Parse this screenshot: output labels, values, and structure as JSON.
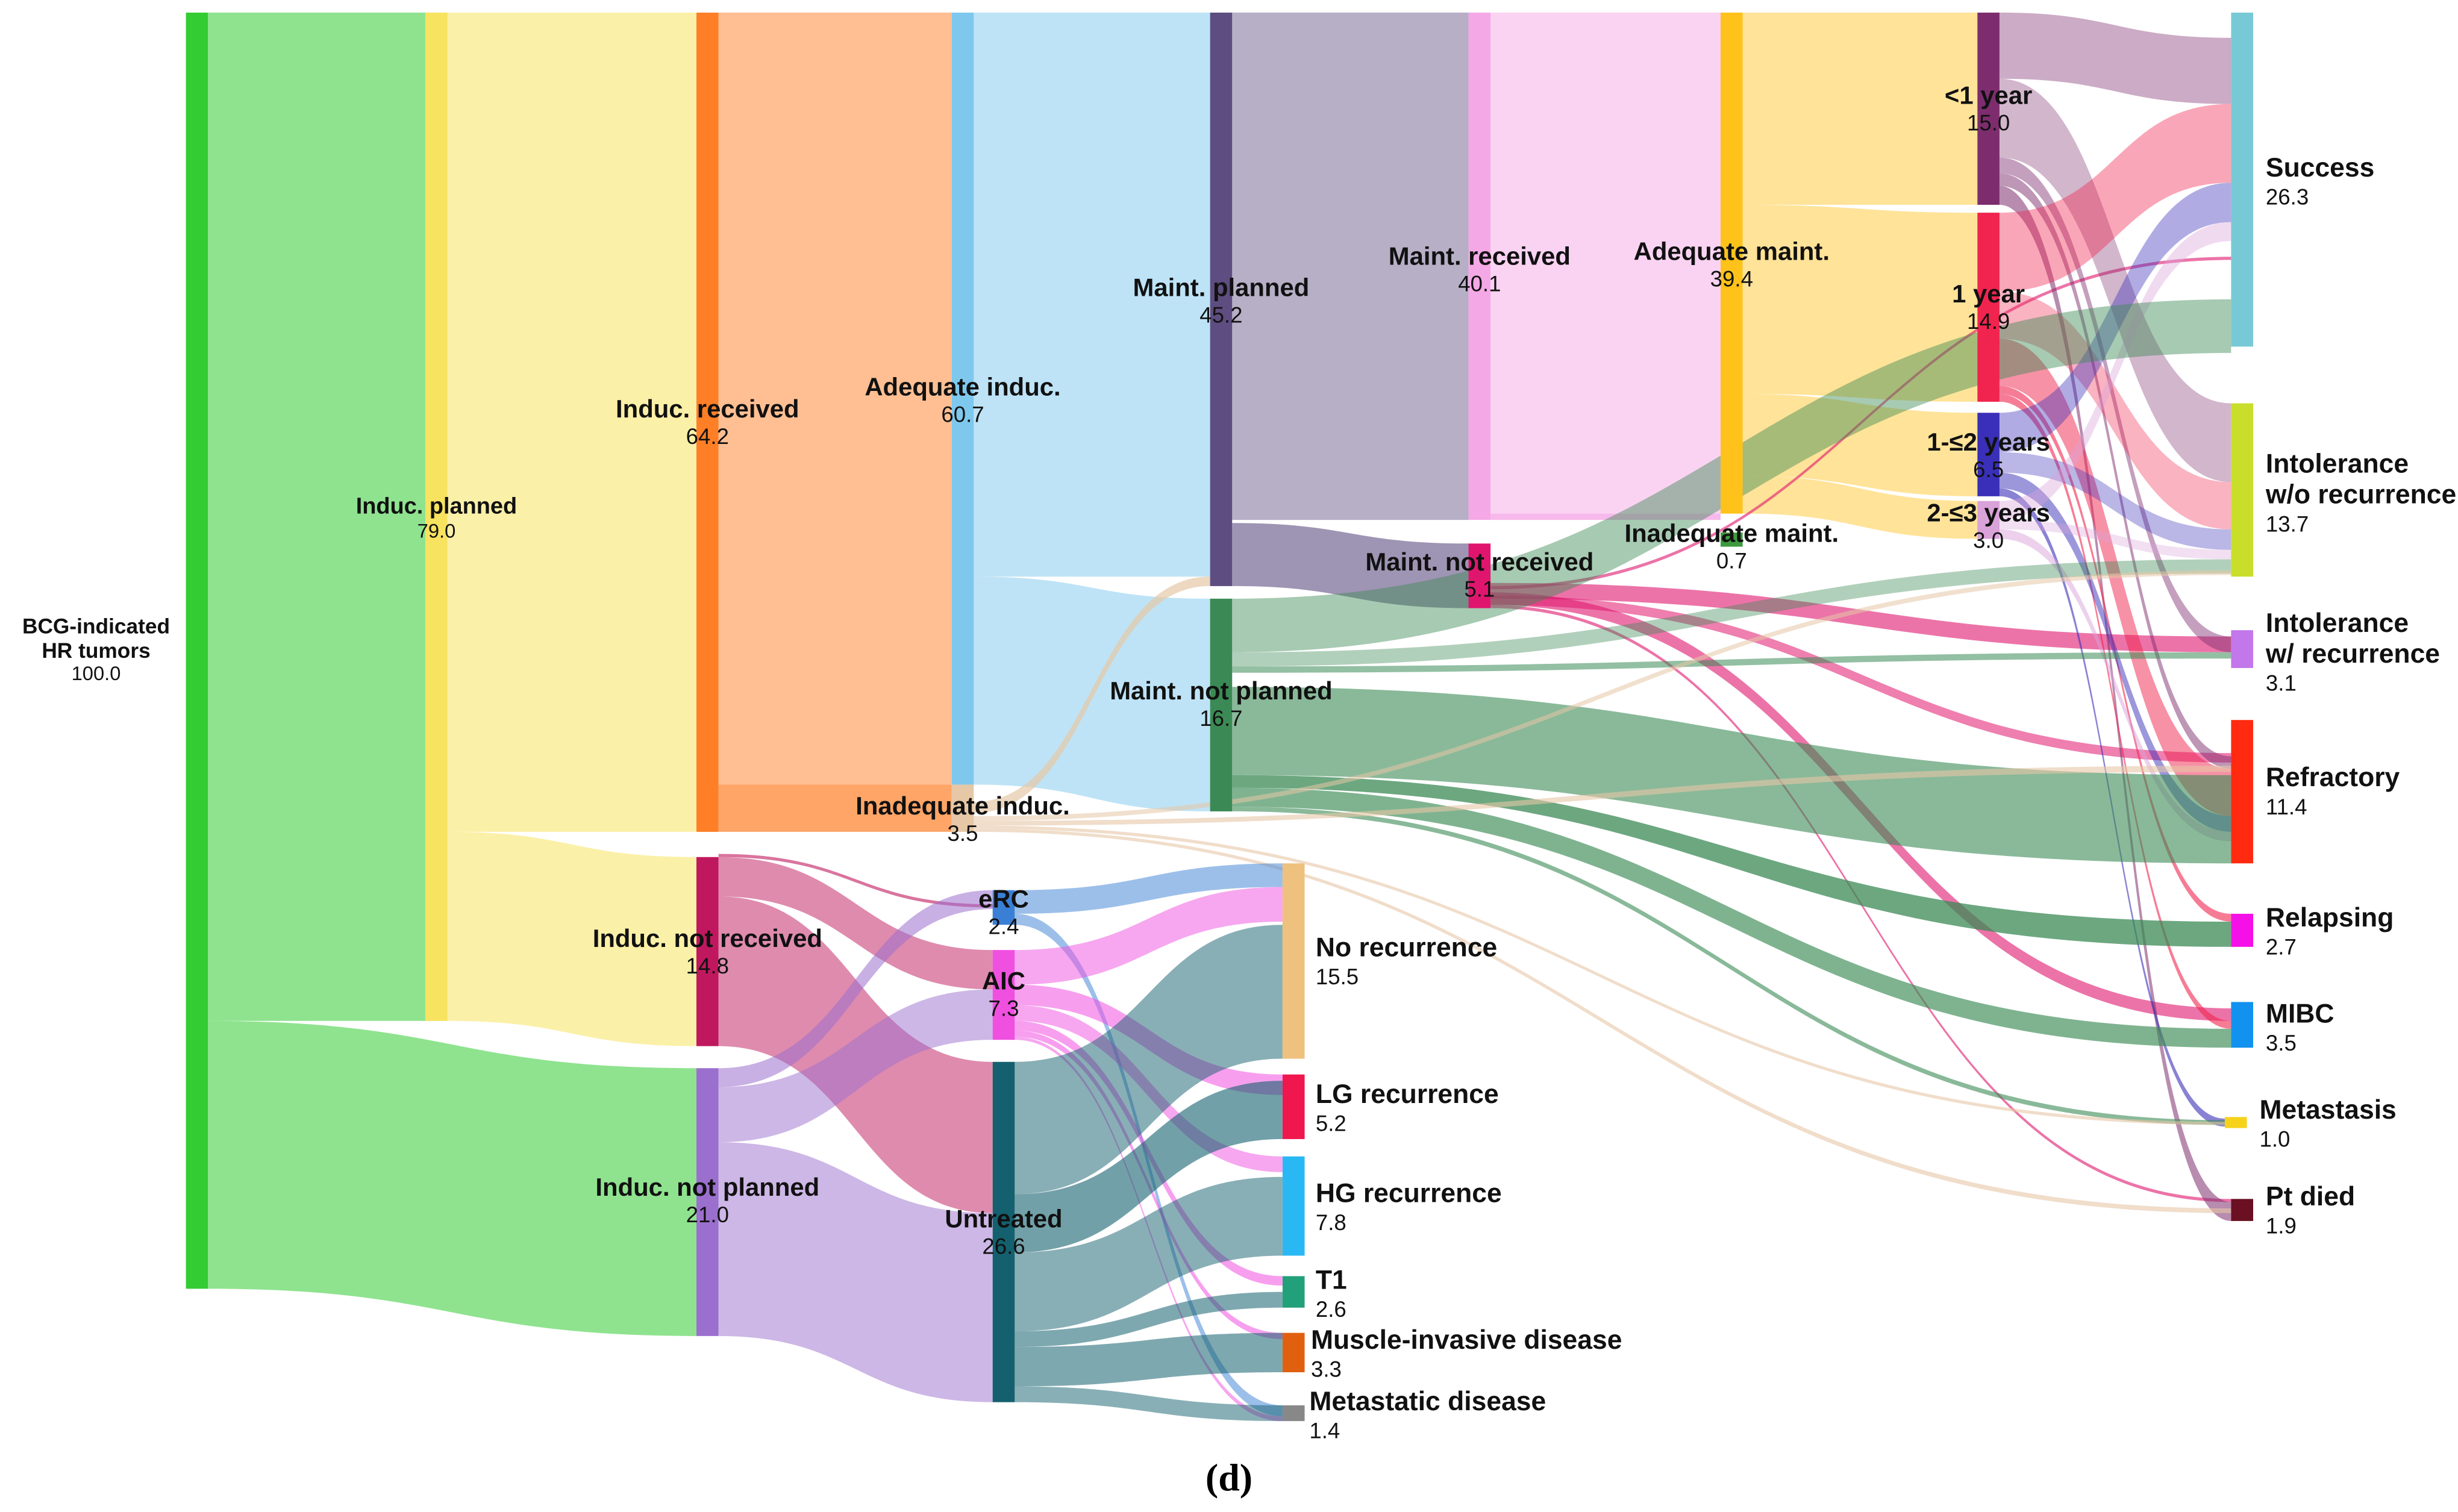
{
  "caption": "(d)",
  "diagram": {
    "type": "sankey",
    "nodes": [
      {
        "id": "bcg",
        "lines": [
          "BCG-indicated",
          "HR tumors"
        ],
        "value": "100.0",
        "color": "#33cc33"
      },
      {
        "id": "ip",
        "lines": [
          "Induc. planned"
        ],
        "value": "79.0",
        "color": "#f7e35f"
      },
      {
        "id": "inp",
        "lines": [
          "Induc. not planned"
        ],
        "value": "21.0",
        "color": "#9b6fce"
      },
      {
        "id": "ir",
        "lines": [
          "Induc. received"
        ],
        "value": "64.2",
        "color": "#ff7f27"
      },
      {
        "id": "inr",
        "lines": [
          "Induc. not received"
        ],
        "value": "14.8",
        "color": "#c0185e"
      },
      {
        "id": "ai",
        "lines": [
          "Adequate induc."
        ],
        "value": "60.7",
        "color": "#7ec8ee"
      },
      {
        "id": "ii",
        "lines": [
          "Inadequate induc."
        ],
        "value": "3.5",
        "color": "#e6c7a6"
      },
      {
        "id": "erc",
        "lines": [
          "eRC"
        ],
        "value": "2.4",
        "color": "#3a7fd6"
      },
      {
        "id": "aic",
        "lines": [
          "AIC"
        ],
        "value": "7.3",
        "color": "#f050e0"
      },
      {
        "id": "untr",
        "lines": [
          "Untreated"
        ],
        "value": "26.6",
        "color": "#14606e"
      },
      {
        "id": "mp",
        "lines": [
          "Maint. planned"
        ],
        "value": "45.2",
        "color": "#5e4d80"
      },
      {
        "id": "mnp",
        "lines": [
          "Maint. not planned"
        ],
        "value": "16.7",
        "color": "#3b8a55"
      },
      {
        "id": "mr",
        "lines": [
          "Maint. received"
        ],
        "value": "40.1",
        "color": "#f5a8e6"
      },
      {
        "id": "mnr",
        "lines": [
          "Maint. not received"
        ],
        "value": "5.1",
        "color": "#e0166e"
      },
      {
        "id": "am",
        "lines": [
          "Adequate maint."
        ],
        "value": "39.4",
        "color": "#ffc21a"
      },
      {
        "id": "im",
        "lines": [
          "Inadequate maint."
        ],
        "value": "0.7",
        "color": "#3d9a3d"
      },
      {
        "id": "y1",
        "lines": [
          "<1 year"
        ],
        "value": "15.0",
        "color": "#7d2d6e"
      },
      {
        "id": "y2",
        "lines": [
          "1 year"
        ],
        "value": "14.9",
        "color": "#f0244e"
      },
      {
        "id": "y3",
        "lines": [
          "1-≤2 years"
        ],
        "value": "6.5",
        "color": "#3a2fb8"
      },
      {
        "id": "y4",
        "lines": [
          "2-≤3 years"
        ],
        "value": "3.0",
        "color": "#d9a2d9"
      },
      {
        "id": "nrec",
        "lines": [
          "No recurrence"
        ],
        "value": "15.5",
        "color": "#efc17e"
      },
      {
        "id": "lgr",
        "lines": [
          "LG recurrence"
        ],
        "value": "5.2",
        "color": "#f0164e"
      },
      {
        "id": "hgr",
        "lines": [
          "HG recurrence"
        ],
        "value": "7.8",
        "color": "#2ab8f5"
      },
      {
        "id": "t1",
        "lines": [
          "T1"
        ],
        "value": "2.6",
        "color": "#22a07a"
      },
      {
        "id": "mid",
        "lines": [
          "Muscle-invasive disease"
        ],
        "value": "3.3",
        "color": "#e06010"
      },
      {
        "id": "md",
        "lines": [
          "Metastatic disease"
        ],
        "value": "1.4",
        "color": "#888888"
      },
      {
        "id": "succ",
        "lines": [
          "Success"
        ],
        "value": "26.3",
        "color": "#78c9d6"
      },
      {
        "id": "intwo",
        "lines": [
          "Intolerance",
          "w/o recurrence"
        ],
        "value": "13.7",
        "color": "#c9de2a"
      },
      {
        "id": "intw",
        "lines": [
          "Intolerance",
          "w/ recurrence"
        ],
        "value": "3.1",
        "color": "#c277ea"
      },
      {
        "id": "refr",
        "lines": [
          "Refractory"
        ],
        "value": "11.4",
        "color": "#ff2a10"
      },
      {
        "id": "relp",
        "lines": [
          "Relapsing"
        ],
        "value": "2.7",
        "color": "#f410e6"
      },
      {
        "id": "mibc",
        "lines": [
          "MIBC"
        ],
        "value": "3.5",
        "color": "#1192ee"
      },
      {
        "id": "meta",
        "lines": [
          "Metastasis"
        ],
        "value": "1.0",
        "color": "#f6d21a"
      },
      {
        "id": "died",
        "lines": [
          "Pt died"
        ],
        "value": "1.9",
        "color": "#6a1022"
      }
    ]
  }
}
